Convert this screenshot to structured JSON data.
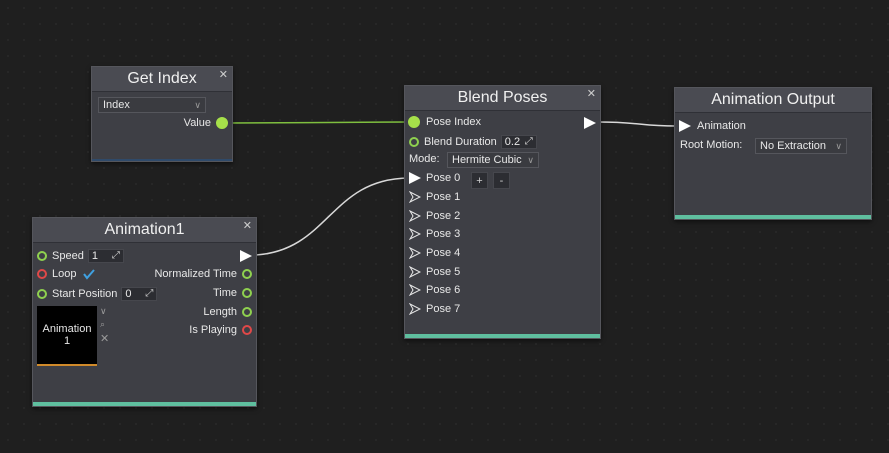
{
  "get_index": {
    "title": "Get Index",
    "select_value": "Index",
    "output_label": "Value"
  },
  "animation1": {
    "title": "Animation1",
    "speed_label": "Speed",
    "speed_value": "1",
    "loop_label": "Loop",
    "start_position_label": "Start Position",
    "start_position_value": "0",
    "thumbnail_line1": "Animation",
    "thumbnail_line2": "1",
    "outputs": [
      "Normalized Time",
      "Time",
      "Length",
      "Is Playing"
    ]
  },
  "blend_poses": {
    "title": "Blend Poses",
    "pose_index_label": "Pose Index",
    "blend_duration_label": "Blend Duration",
    "blend_duration_value": "0.2",
    "mode_label": "Mode:",
    "mode_value": "Hermite Cubic",
    "add_label": "+",
    "remove_label": "-",
    "poses": [
      "Pose 0",
      "Pose 1",
      "Pose 2",
      "Pose 3",
      "Pose 4",
      "Pose 5",
      "Pose 6",
      "Pose 7"
    ]
  },
  "animation_output": {
    "title": "Animation Output",
    "animation_label": "Animation",
    "root_motion_label": "Root Motion:",
    "root_motion_value": "No Extraction"
  },
  "close_glyph": "✕",
  "colors": {
    "background": "#1f1f1f",
    "node": "#3e3f45",
    "footer_accent": "#5fbf9f",
    "float_pin": "#8fd14f",
    "bool_pin": "#e04848",
    "check": "#3fa0e0"
  }
}
